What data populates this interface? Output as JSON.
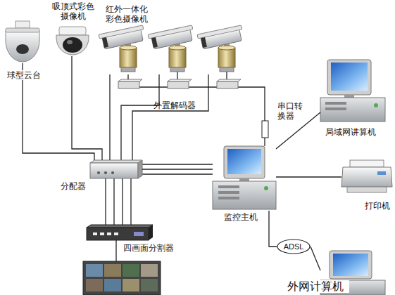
{
  "diagram": {
    "nodes": [
      {
        "text": [
          "球型云台"
        ]
      },
      {
        "text": [
          "吸顶式彩色摄像机"
        ]
      },
      {
        "text": [
          "红外一体化彩色摄像机"
        ]
      },
      {
        "text": [
          "外置解码器"
        ]
      },
      {
        "text": [
          "分配器"
        ]
      },
      {
        "text": [
          "四画面分割器"
        ]
      },
      {
        "text": [
          "监控主机"
        ]
      },
      {
        "text": [
          "串口转换器"
        ]
      },
      {
        "text": [
          "局域网讲算机"
        ]
      },
      {
        "text": [
          "打印机"
        ]
      },
      {
        "text": [
          "ADSL"
        ]
      },
      {
        "text": [
          "外网计算机"
        ]
      }
    ],
    "edges": [
      {
        "from": 0,
        "to": 4,
        "arrow": "none"
      },
      {
        "from": 1,
        "to": 4,
        "arrow": "none"
      },
      {
        "from": 2,
        "to": 4,
        "arrow": "none"
      },
      {
        "from": 2,
        "to": 3,
        "arrow": "none"
      },
      {
        "from": 3,
        "to": 7,
        "arrow": "none"
      },
      {
        "from": 7,
        "to": 6,
        "arrow": "none"
      },
      {
        "from": 4,
        "to": 6,
        "arrow": "none"
      },
      {
        "from": 4,
        "to": 5,
        "arrow": "none"
      },
      {
        "from": 6,
        "to": 8,
        "arrow": "none"
      },
      {
        "from": 6,
        "to": 9,
        "arrow": "none"
      },
      {
        "from": 6,
        "to": 10,
        "arrow": "none"
      },
      {
        "from": 10,
        "to": 11,
        "arrow": "none"
      }
    ]
  }
}
